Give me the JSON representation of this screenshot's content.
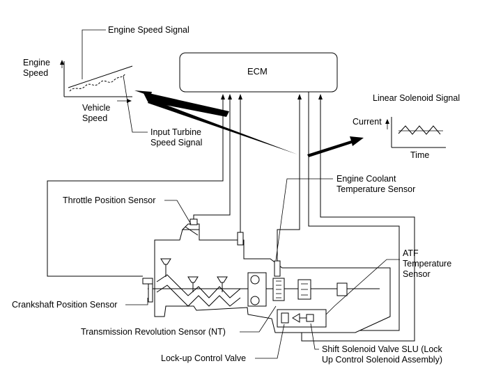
{
  "ecm": {
    "label": "ECM"
  },
  "graph_left": {
    "y_label_line1": "Engine",
    "y_label_line2": "Speed",
    "x_label_line1": "Vehicle",
    "x_label_line2": "Speed",
    "engine_speed_signal": "Engine Speed Signal",
    "turbine_line1": "Input Turbine",
    "turbine_line2": "Speed Signal"
  },
  "graph_right": {
    "title": "Linear Solenoid Signal",
    "y_label": "Current",
    "x_label": "Time"
  },
  "labels": {
    "throttle": "Throttle Position Sensor",
    "coolant_line1": "Engine Coolant",
    "coolant_line2": "Temperature Sensor",
    "atf_line1": "ATF",
    "atf_line2": "Temperature",
    "atf_line3": "Sensor",
    "crankshaft": "Crankshaft Position Sensor",
    "nt_sensor": "Transmission Revolution Sensor (NT)",
    "lockup_valve": "Lock-up Control Valve",
    "slu_line1": "Shift Solenoid Valve SLU (Lock",
    "slu_line2": "Up Control Solenoid Assembly)"
  }
}
